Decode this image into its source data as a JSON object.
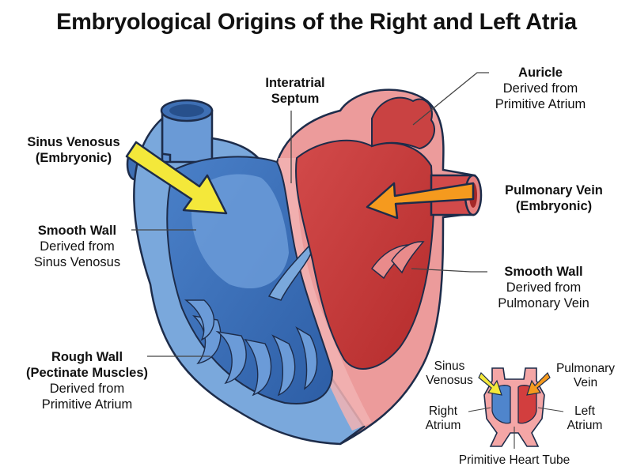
{
  "title": "Embryological Origins of the Right and Left Atria",
  "labels": {
    "interatrial_septum": "Interatrial\nSeptum",
    "sinus_venosus": "Sinus Venosus\n(Embryonic)",
    "smooth_wall_right": {
      "title": "Smooth Wall",
      "l1": "Derived from",
      "l2": "Sinus Venosus"
    },
    "rough_wall": {
      "title": "Rough Wall",
      "title2": "(Pectinate Muscles)",
      "l1": "Derived from",
      "l2": "Primitive Atrium"
    },
    "auricle": {
      "title": "Auricle",
      "l1": "Derived from",
      "l2": "Primitive Atrium"
    },
    "pulmonary_vein": {
      "title": "Pulmonary Vein",
      "title2": "(Embryonic)"
    },
    "smooth_wall_left": {
      "title": "Smooth Wall",
      "l1": "Derived from",
      "l2": "Pulmonary Vein"
    }
  },
  "inset": {
    "sinus_venosus": "Sinus\nVenosus",
    "pulmonary_vein": "Pulmonary\nVein",
    "right_atrium": "Right\nAtrium",
    "left_atrium": "Left\nAtrium",
    "tube": "Primitive Heart Tube"
  },
  "colors": {
    "right_blue": "#3a6fb8",
    "right_light": "#6f9fd8",
    "left_red": "#c93a3a",
    "left_light": "#e98b8b",
    "yellow_arrow": "#f4e83a",
    "orange_arrow": "#f59a1e"
  }
}
